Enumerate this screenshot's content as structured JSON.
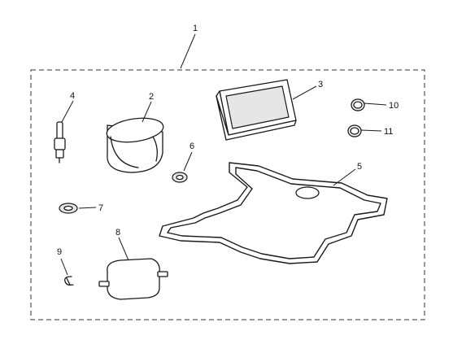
{
  "diagram": {
    "callouts": {
      "c1": "1",
      "c2": "2",
      "c3": "3",
      "c4": "4",
      "c5": "5",
      "c6": "6",
      "c7": "7",
      "c8": "8",
      "c9": "9",
      "c10": "10",
      "c11": "11"
    }
  }
}
